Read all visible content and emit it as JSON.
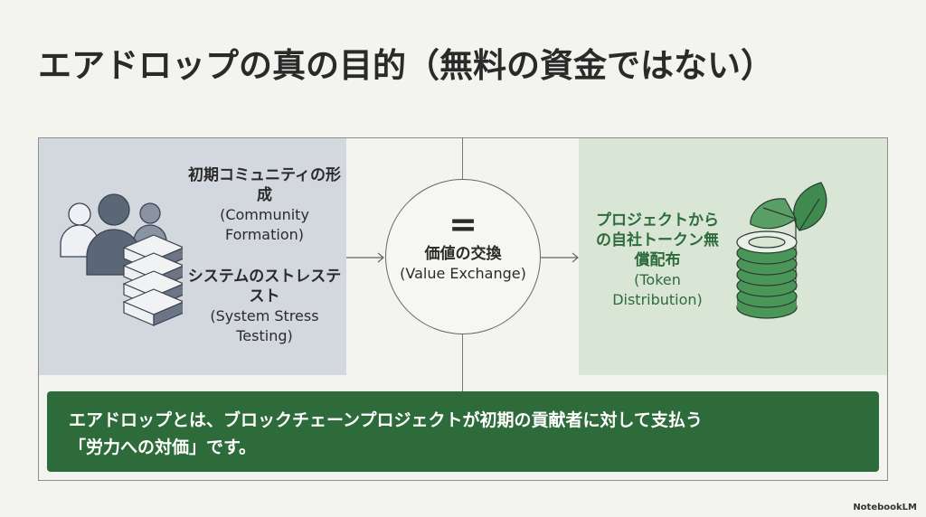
{
  "title": "エアドロップの真の目的（無料の資金ではない）",
  "left_panel": {
    "item1_jp": "初期コミュニティの形成",
    "item1_en": "(Community Formation)",
    "item2_jp": "システムのストレステスト",
    "item2_en": "(System Stress Testing)"
  },
  "center": {
    "symbol": "=",
    "jp": "価値の交換",
    "en": "(Value Exchange)"
  },
  "right_panel": {
    "jp": "プロジェクトからの自社トークン無償配布",
    "en": "(Token Distribution)"
  },
  "banner": {
    "line1": "エアドロップとは、ブロックチェーンプロジェクトが初期の貢献者に対して支払う",
    "line2": "「労力への対価」です。"
  },
  "brand": "NotebookLM",
  "colors": {
    "accent_green": "#2e6b3a",
    "left_bg": "#d3d7de",
    "right_bg": "#d9e6d6"
  }
}
